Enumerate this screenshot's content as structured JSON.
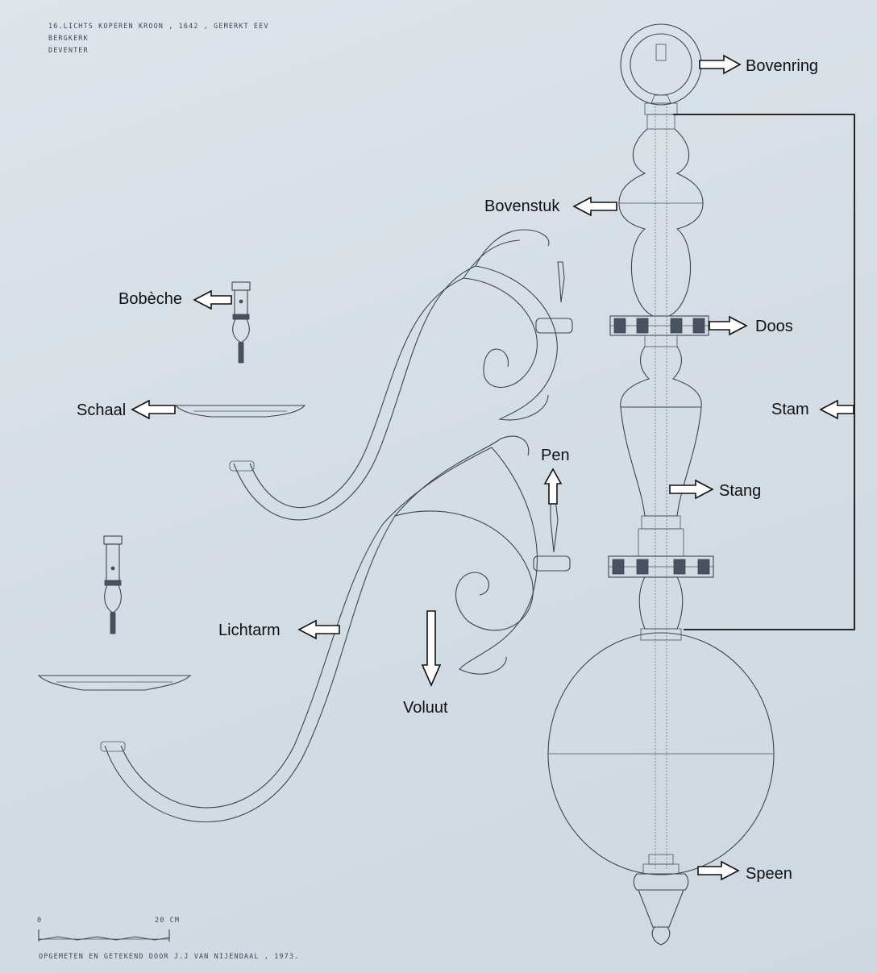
{
  "header": {
    "line1": "16.LICHTS KOPEREN KROON , 1642 , GEMERKT EEV",
    "line2": "BERGKERK",
    "line3": "DEVENTER"
  },
  "labels": {
    "bovenring": "Bovenring",
    "bovenstuk": "Bovenstuk",
    "bobeche": "Bobèche",
    "doos": "Doos",
    "schaal": "Schaal",
    "stam": "Stam",
    "pen": "Pen",
    "stang": "Stang",
    "lichtarm": "Lichtarm",
    "voluut": "Voluut",
    "speen": "Speen"
  },
  "scale": {
    "start": "0",
    "end": "20 CM"
  },
  "footer": {
    "credit": "OPGEMETEN EN GETEKEND DOOR J.J VAN NIJENDAAL , 1973."
  }
}
